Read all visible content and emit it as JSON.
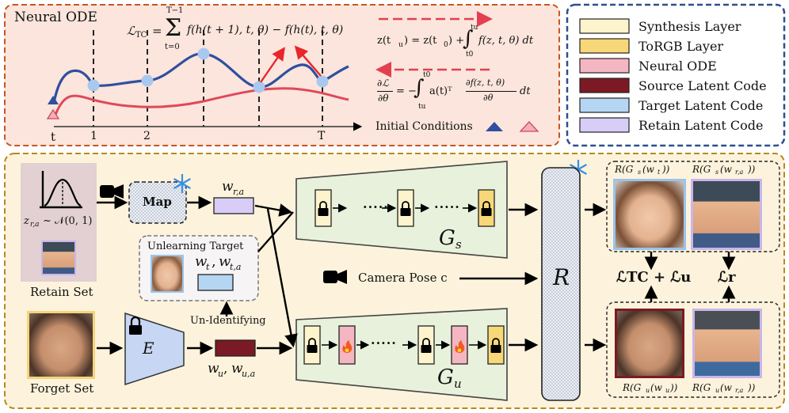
{
  "ode_panel": {
    "title": "Neural ODE",
    "tc_loss": "ℒTC = Σ f(h(t+1), t, θ) − f(h(t), t, θ)",
    "tc_loss_parts": {
      "lhs": "ℒ",
      "lhs_sub": "TC",
      "eq": "=",
      "sum_top": "T−1",
      "sum_bot": "t=0",
      "body": "f(h(t + 1), t, θ) − f(h(t), t, θ)"
    },
    "forward_eq": "z(tu) = z(t0) + ∫ f(z, t, θ) dt",
    "forward_eq_parts": {
      "lhs": "z(t",
      "lhs_sub": "u",
      "mid": ") = z(t",
      "mid_sub": "0",
      "rhs": ") + ",
      "int_top": "tu",
      "int_bot": "t0",
      "body": "f(z, t, θ) dt"
    },
    "adjoint_eq": "∂ℒ/∂θ = −∫ a(t)ᵀ ∂f(z,t,θ)/∂θ dt",
    "adjoint_eq_parts": {
      "frac_top": "∂ℒ",
      "frac_bot": "∂θ",
      "eq": "= −",
      "int_top": "t0",
      "int_bot": "tu",
      "a": "a(t)ᵀ",
      "frac2_top": "∂f(z, t, θ)",
      "frac2_bot": "∂θ",
      "dt": "dt"
    },
    "axis_labels": [
      "t",
      "1",
      "2",
      "T"
    ],
    "initial_conditions": "Initial Conditions"
  },
  "legend": {
    "items": [
      {
        "label": "Synthesis Layer",
        "color": "#fdf3cc"
      },
      {
        "label": "ToRGB Layer",
        "color": "#f8d778"
      },
      {
        "label": "Neural ODE",
        "color": "#f4b6c2"
      },
      {
        "label": "Source Latent Code",
        "color": "#7b1a24"
      },
      {
        "label": "Target Latent Code",
        "color": "#b5d6f2"
      },
      {
        "label": "Retain Latent Code",
        "color": "#d8cdf7"
      }
    ]
  },
  "pipeline": {
    "retain_dist": "z_{r,a} ~ 𝒩(0,1)",
    "retain_dist_parts": {
      "z": "z",
      "sub": "r,a",
      "rest": " ~ 𝒩(0, 1)"
    },
    "retain_set": "Retain Set",
    "forget_set": "Forget Set",
    "map_label": "Map",
    "w_ra": "w",
    "w_ra_sub": "r,a",
    "unlearning_target": "Unlearning Target",
    "wt_label": "w",
    "wt_sub": "t",
    "wta_sub": "t,a",
    "un_identifying": "Un-Identifying",
    "encoder_label": "E",
    "wu_label": "w",
    "wu_sub": "u",
    "wua_sub": "u,a",
    "gs_label": "G",
    "gs_sub": "s",
    "gu_label": "G",
    "gu_sub": "u",
    "camera_pose": "Camera Pose c",
    "renderer_label": "R",
    "out_top_left": "R(Gs(wt))",
    "out_top_left_parts": {
      "a": "R(G",
      "s": "s",
      "b": "(w",
      "t": "t",
      "c": "))"
    },
    "out_top_right": "R(Gs(wr,a))",
    "out_top_right_parts": {
      "a": "R(G",
      "s": "s",
      "b": "(w",
      "t": "r,a",
      "c": "))"
    },
    "out_bot_left": "R(Gu(wu))",
    "out_bot_left_parts": {
      "a": "R(G",
      "s": "u",
      "b": "(w",
      "t": "u",
      "c": "))"
    },
    "out_bot_right": "R(Gu(wr,a))",
    "out_bot_right_parts": {
      "a": "R(G",
      "s": "u",
      "b": "(w",
      "t": "r,a",
      "c": "))"
    },
    "loss_tc_u": "ℒTC + ℒu",
    "loss_r": "ℒr",
    "dots": "· · · · ·"
  }
}
